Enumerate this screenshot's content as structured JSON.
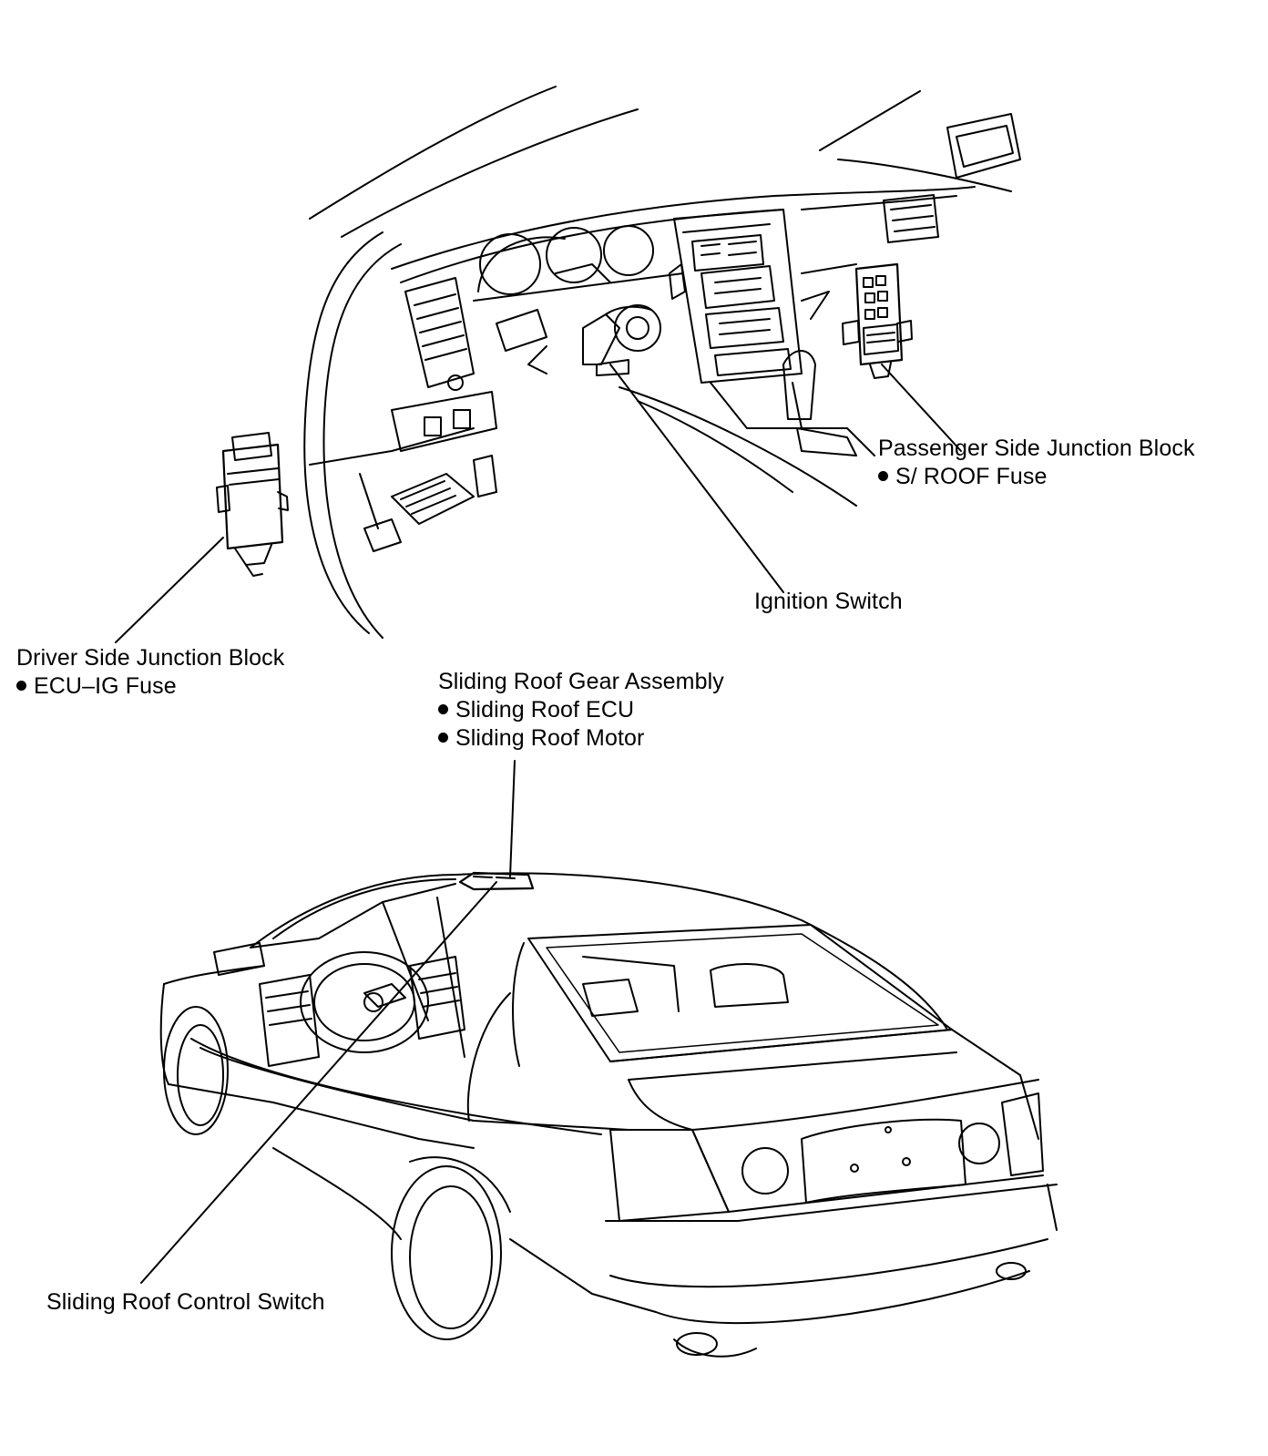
{
  "diagram": {
    "callouts": {
      "passenger_jb": {
        "title": "Passenger Side Junction Block",
        "items": [
          "S/ ROOF Fuse"
        ]
      },
      "ignition": {
        "title": "Ignition Switch"
      },
      "driver_jb": {
        "title": "Driver Side Junction Block",
        "items": [
          "ECU–IG Fuse"
        ]
      },
      "roof_gear": {
        "title": "Sliding Roof Gear Assembly",
        "items": [
          "Sliding Roof ECU",
          "Sliding Roof Motor"
        ]
      },
      "control_switch": {
        "title": "Sliding Roof Control Switch"
      }
    },
    "colors": {
      "line": "#000000",
      "background": "#ffffff"
    }
  }
}
